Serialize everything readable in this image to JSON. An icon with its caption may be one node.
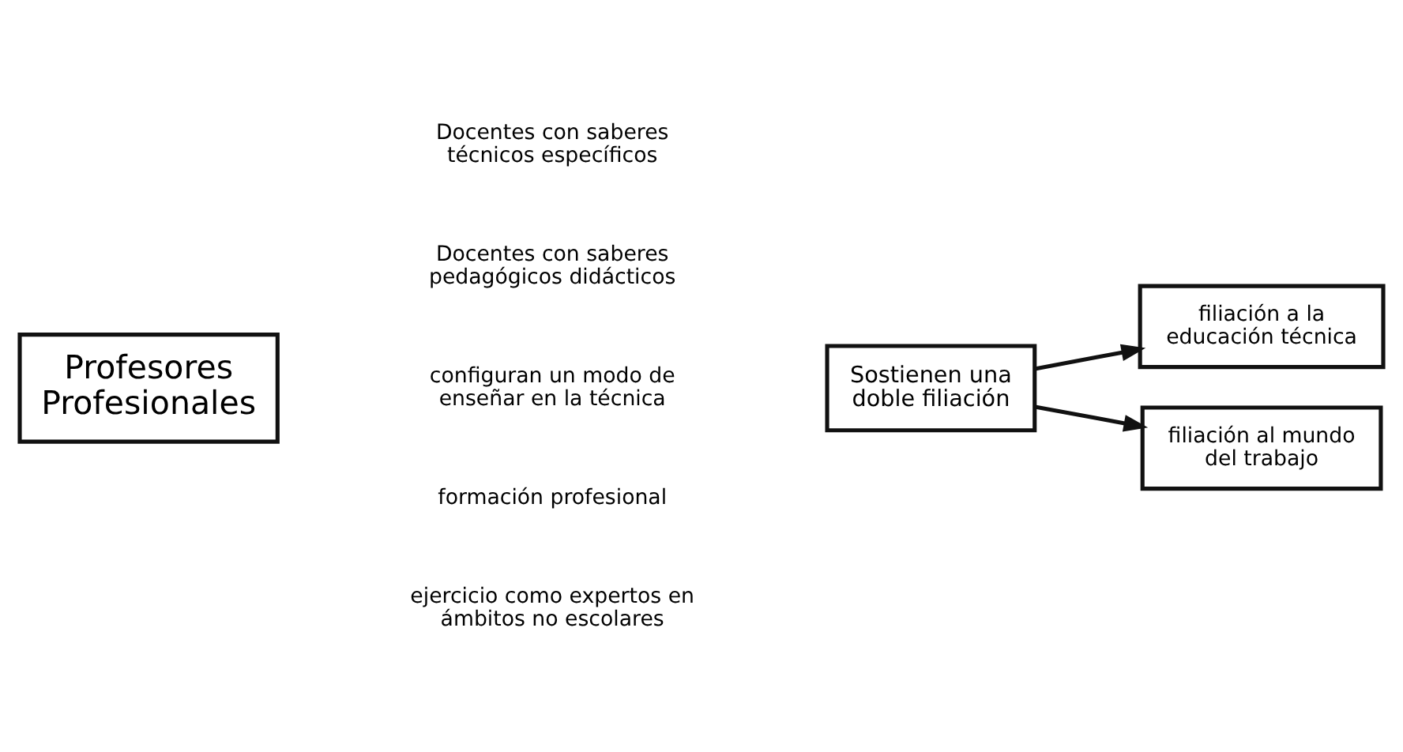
{
  "diagram": {
    "nodes": [
      {
        "text": [
          "Profesores Profesionales"
        ]
      },
      {
        "text": [
          "Sostienen una doble filiación"
        ]
      },
      {
        "text": [
          "filiación a la educación técnica"
        ]
      },
      {
        "text": [
          "filiación al mundo del trabajo"
        ]
      }
    ],
    "edges": [
      {
        "from": 1,
        "to": 2,
        "arrow": "to"
      },
      {
        "from": 1,
        "to": 3,
        "arrow": "to"
      }
    ],
    "labels": [
      "Docentes con saberes técnicos específicos",
      "Docentes con saberes pedagógicos didácticos",
      "configuran un modo de enseñar en la técnica",
      "formación profesional",
      "ejercicio como expertos en ámbitos no escolares"
    ]
  }
}
